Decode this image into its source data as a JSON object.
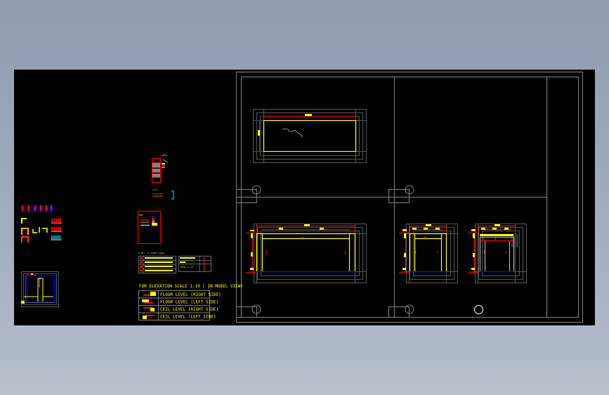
{
  "viewport": {
    "background": "#000000",
    "frame_color": "#808080"
  },
  "colors": {
    "yellow": "#ffff00",
    "red": "#ff0000",
    "blue": "#0000ff",
    "cyan": "#00ffff",
    "gray": "#808080",
    "white": "#ffffff"
  },
  "legend": {
    "title": "FOR ELEVATION SCALE 1:10 ( IN MODEL VIEW)",
    "rows": [
      {
        "symbol": "floor-level-right-icon",
        "label": "FLOOR LEVEL (RIGHT SIDE)"
      },
      {
        "symbol": "floor-level-left-icon",
        "label": "FLOOR LEVEL (LEFT SIDE)"
      },
      {
        "symbol": "ceil-level-right-icon",
        "label": "CEIL LEVEL (RIGHT SIDE)"
      },
      {
        "symbol": "ceil-level-left-icon",
        "label": "CEIL LEVEL (LEFT SIDE)"
      }
    ]
  },
  "small_legend": {
    "title": "1:10 ( in model view)",
    "note": "Note: 1 of"
  },
  "dim_block": {
    "tag": "DIM"
  },
  "drawings": {
    "plan": {
      "label": "plan-view"
    },
    "elevation_wide": {
      "label": "elevation-wide"
    },
    "elevation_narrow": {
      "label": "elevation-narrow"
    },
    "elevation_section": {
      "label": "elevation-section"
    }
  }
}
